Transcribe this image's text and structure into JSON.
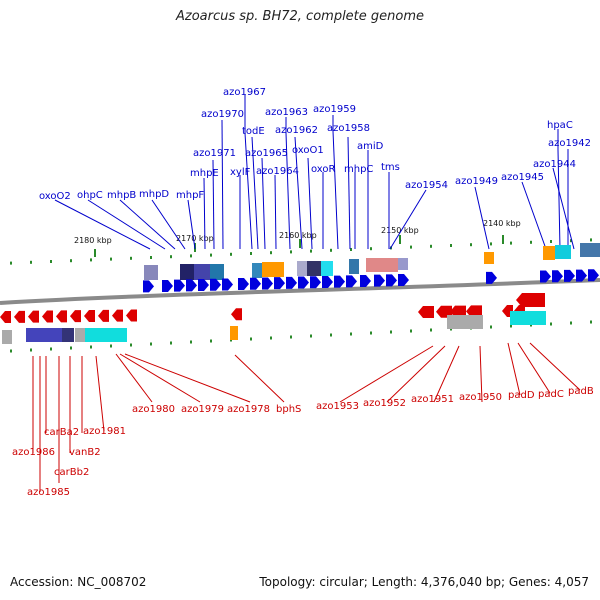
{
  "title": "Azoarcus sp. BH72, complete genome",
  "accession": "Accession: NC_008702",
  "topology": "Topology: circular; Length: 4,376,040 bp; Genes: 4,057",
  "kbp_labels": [
    "2180 kbp",
    "2170 kbp",
    "2160 kbp",
    "2150 kbp",
    "2140 kbp"
  ],
  "top_labels": [
    "azo1967",
    "azo1970",
    "azo1963",
    "azo1959",
    "todE",
    "azo1962",
    "azo1958",
    "azo1971",
    "azo1965",
    "oxoO1",
    "amiD",
    "mhpE",
    "xylF",
    "azo1964",
    "oxoR",
    "mhpC",
    "tms",
    "azo1954",
    "azo1949",
    "azo1945",
    "hpaC",
    "azo1942",
    "azo1944",
    "oxoO2",
    "ohpC",
    "mhpB",
    "mhpD",
    "mhpF"
  ],
  "bottom_labels": [
    "azo1980",
    "azo1979",
    "azo1978",
    "bphS",
    "azo1953",
    "azo1952",
    "azo1951",
    "azo1950",
    "padD",
    "padC",
    "padB",
    "carBa2",
    "azo1981",
    "azo1986",
    "vanB2",
    "carBb2",
    "azo1985"
  ],
  "colors": {
    "forward": "#0000dd",
    "reverse": "#dd0000",
    "leader_top": "#0000cc",
    "leader_bottom": "#cc0000",
    "backbone": "#888888",
    "tick": "#2a8a2a"
  }
}
